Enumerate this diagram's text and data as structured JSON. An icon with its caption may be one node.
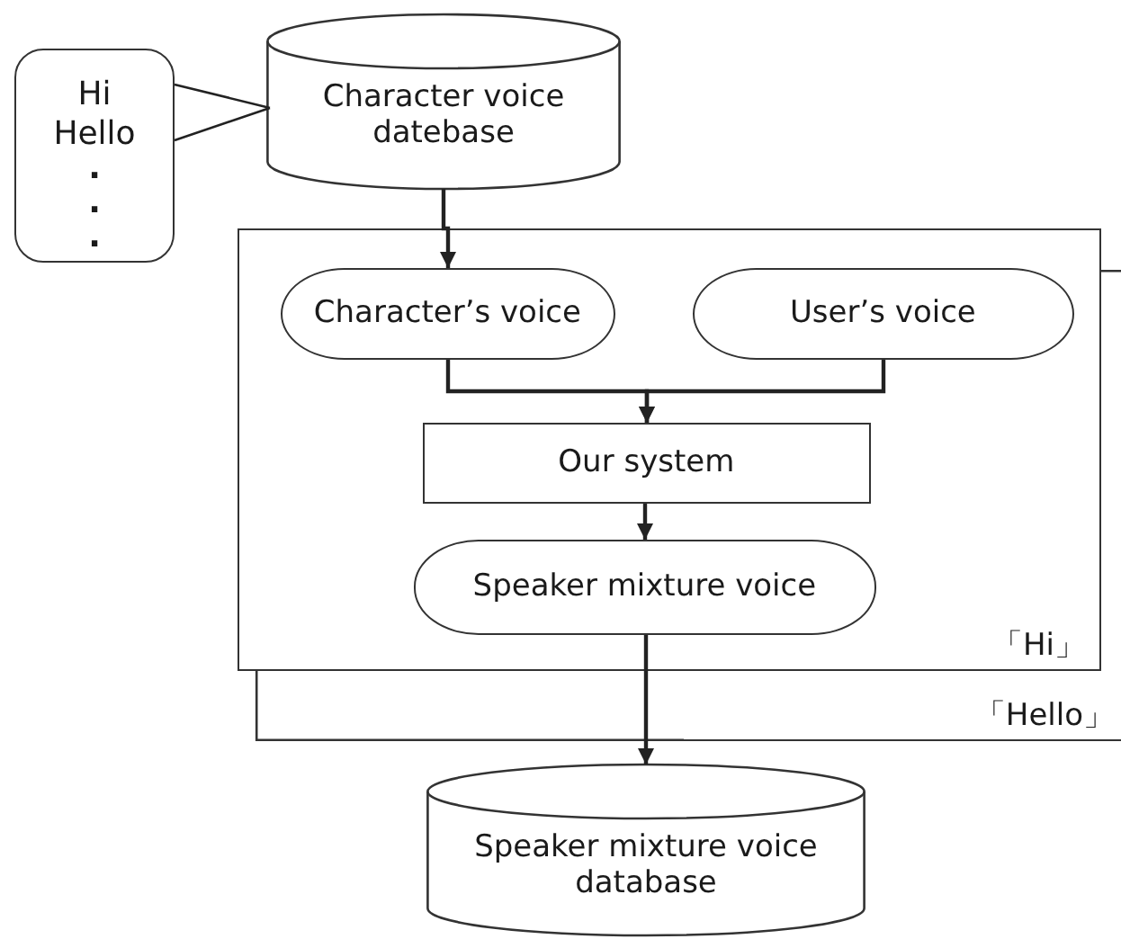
{
  "diagram": {
    "nodes": [
      {
        "text": [
          "Hi",
          "Hello",
          "..."
        ]
      },
      {
        "text": [
          "Character voice datebase"
        ]
      },
      {
        "text": [
          "「Hello」"
        ]
      },
      {
        "text": [
          "「Hi」"
        ]
      },
      {
        "text": [
          "Character’s voice"
        ],
        "in": 3
      },
      {
        "text": [
          "User’s voice"
        ],
        "in": 3
      },
      {
        "text": [
          "Our system"
        ],
        "in": 3
      },
      {
        "text": [
          "Speaker mixture voice"
        ],
        "in": 3
      },
      {
        "text": [
          "Speaker mixture voice database"
        ]
      }
    ],
    "edges": [
      {
        "from": 0,
        "to": 1,
        "arrow": "none"
      },
      {
        "from": 1,
        "to": 4,
        "arrow": "to"
      },
      {
        "from": 4,
        "to": 6,
        "arrow": "to"
      },
      {
        "from": 5,
        "to": 6,
        "arrow": "to"
      },
      {
        "from": 6,
        "to": 7,
        "arrow": "to"
      },
      {
        "from": 7,
        "to": 8,
        "arrow": "to"
      }
    ]
  }
}
